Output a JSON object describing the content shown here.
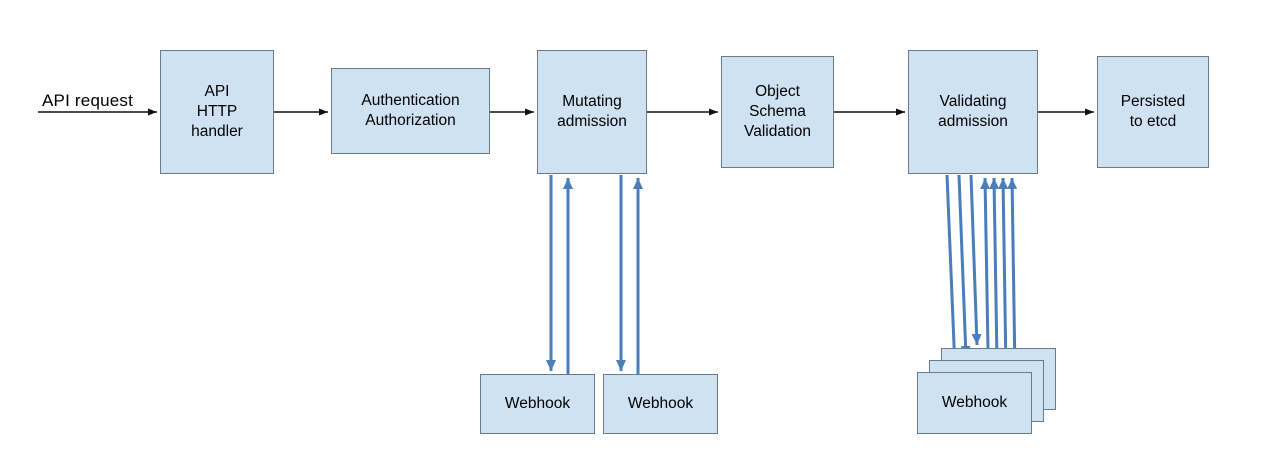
{
  "diagram": {
    "request_label": "API request",
    "main_boxes": [
      {
        "id": "api-http-handler",
        "label": "API\nHTTP\nhandler"
      },
      {
        "id": "authentication-authorization",
        "label": "Authentication\nAuthorization"
      },
      {
        "id": "mutating-admission",
        "label": "Mutating\nadmission"
      },
      {
        "id": "object-schema-validation",
        "label": "Object\nSchema\nValidation"
      },
      {
        "id": "validating-admission",
        "label": "Validating\nadmission"
      },
      {
        "id": "persisted-to-etcd",
        "label": "Persisted\nto etcd"
      }
    ],
    "webhook_boxes": [
      {
        "id": "mutating-webhook-1",
        "label": "Webhook"
      },
      {
        "id": "mutating-webhook-2",
        "label": "Webhook"
      },
      {
        "id": "validating-webhook-stack",
        "label": "Webhook"
      }
    ],
    "colors": {
      "background": "#ffffff",
      "text": "#000000",
      "box_fill": "#cfe2f3",
      "box_border": "#6b7a89",
      "flow_arrow": "#111111",
      "webhook_arrow": "#4a7ebb"
    }
  }
}
